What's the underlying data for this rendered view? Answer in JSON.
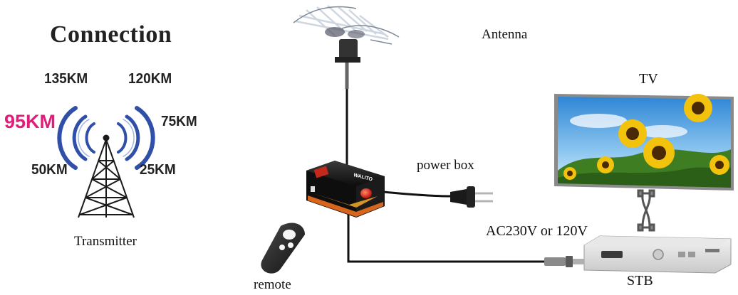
{
  "title": "Connection",
  "distances": {
    "d135": "135KM",
    "d120": "120KM",
    "d95": "95KM",
    "d75": "75KM",
    "d50": "50KM",
    "d25": "25KM"
  },
  "labels": {
    "transmitter": "Transmitter",
    "antenna": "Antenna",
    "tv": "TV",
    "power_box": "power box",
    "ac": "AC230V or 120V",
    "stb": "STB",
    "remote": "remote"
  },
  "device_text": {
    "power_box_brand": "WALITO"
  },
  "colors": {
    "highlight": "#e01e7a",
    "signal_wave": "#2f4fa8",
    "cable": "#111111"
  }
}
